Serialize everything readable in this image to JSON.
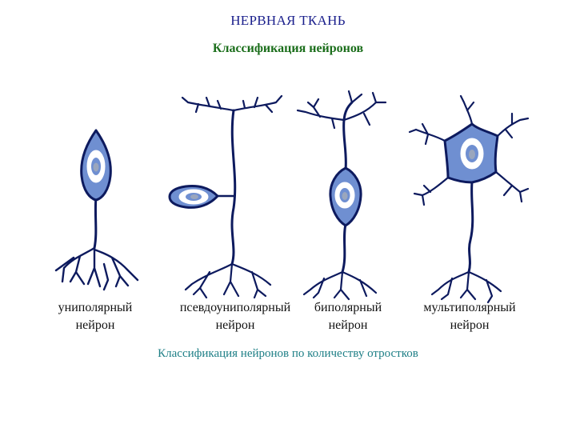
{
  "header": {
    "title": "НЕРВНАЯ ТКАНЬ",
    "subtitle": "Классификация нейронов"
  },
  "neurons": [
    {
      "line1": "униполярный",
      "line2": "нейрон"
    },
    {
      "line1": "псевдоуниполярный",
      "line2": "нейрон"
    },
    {
      "line1": "биполярный",
      "line2": "нейрон"
    },
    {
      "line1": "мультиполярный",
      "line2": "нейрон"
    }
  ],
  "caption": "Классификация нейронов по количеству отростков",
  "colors": {
    "stroke": "#0d1a5e",
    "body_fill": "#6f8fd1",
    "nucleus_ring": "#ffffff",
    "nucleolus": "#9aa6bd"
  }
}
